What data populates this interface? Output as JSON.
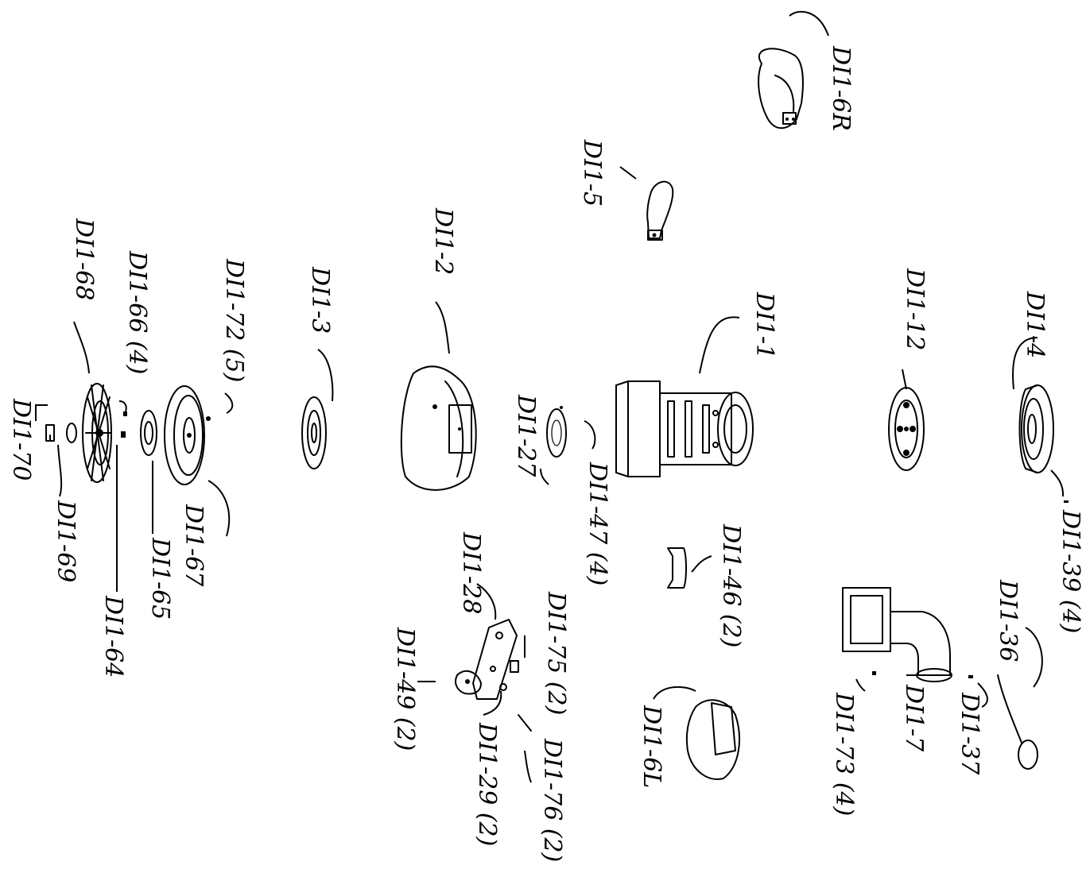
{
  "labels": {
    "d11_6r": "DI1-6R",
    "d11_5": "DI1-5",
    "d11_4": "DI1-4",
    "d11_12": "DI1-12",
    "d11_1": "DI1-1",
    "d11_2": "DI1-2",
    "d11_3": "DI1-3",
    "d11_72": "DI1-72 (5)",
    "d11_66": "DI1-66 (4)",
    "d11_68": "DI1-68",
    "d11_70": "DI1-70",
    "d11_69": "DI1-69",
    "d11_64": "DI1-64",
    "d11_65": "DI1-65",
    "d11_67": "DI1-67",
    "d11_27": "DI1-27",
    "d11_47": "DI1-47 (4)",
    "d11_46": "DI1-46 (2)",
    "d11_28": "DI1-28",
    "d11_49": "DI1-49 (2)",
    "d11_29": "DI1-29 (2)",
    "d11_75": "DI1-75 (2)",
    "d11_76": "DI1-76 (2)",
    "d11_6l": "DI1-6L",
    "d11_39": "DI1-39 (4)",
    "d11_36": "DI1-36",
    "d11_37": "DI1-37",
    "d11_7": "DI1-7",
    "d11_73": "DI1-73 (4)"
  }
}
